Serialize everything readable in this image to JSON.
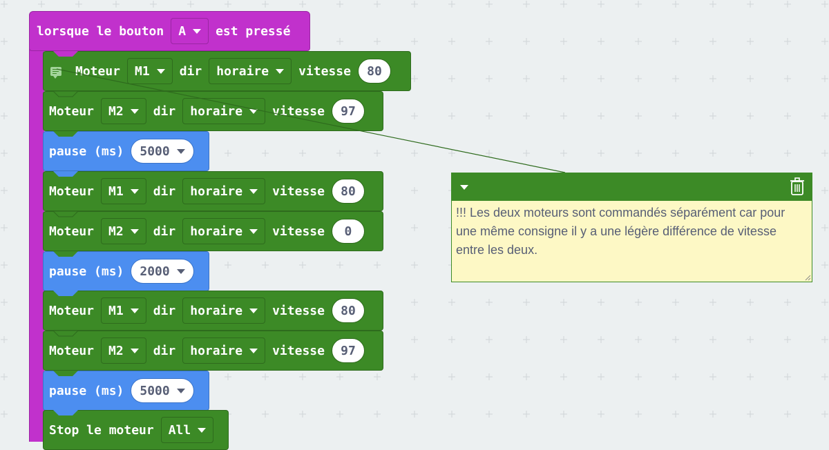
{
  "event_block": {
    "prefix": "lorsque le bouton",
    "button": "A",
    "suffix": "est pressé",
    "color": "#c131cc"
  },
  "blocks": [
    {
      "type": "motor",
      "label": "Moteur",
      "motor": "M1",
      "dir_label": "dir",
      "dir": "horaire",
      "speed_label": "vitesse",
      "speed": "80",
      "has_comment": true
    },
    {
      "type": "motor",
      "label": "Moteur",
      "motor": "M2",
      "dir_label": "dir",
      "dir": "horaire",
      "speed_label": "vitesse",
      "speed": "97"
    },
    {
      "type": "pause",
      "label": "pause (ms)",
      "value": "5000"
    },
    {
      "type": "motor",
      "label": "Moteur",
      "motor": "M1",
      "dir_label": "dir",
      "dir": "horaire",
      "speed_label": "vitesse",
      "speed": "80"
    },
    {
      "type": "motor",
      "label": "Moteur",
      "motor": "M2",
      "dir_label": "dir",
      "dir": "horaire",
      "speed_label": "vitesse",
      "speed": "0"
    },
    {
      "type": "pause",
      "label": "pause (ms)",
      "value": "2000"
    },
    {
      "type": "motor",
      "label": "Moteur",
      "motor": "M1",
      "dir_label": "dir",
      "dir": "horaire",
      "speed_label": "vitesse",
      "speed": "80"
    },
    {
      "type": "motor",
      "label": "Moteur",
      "motor": "M2",
      "dir_label": "dir",
      "dir": "horaire",
      "speed_label": "vitesse",
      "speed": "97"
    },
    {
      "type": "pause",
      "label": "pause (ms)",
      "value": "5000"
    },
    {
      "type": "stop",
      "label": "Stop le moteur",
      "motor": "All"
    }
  ],
  "comment": {
    "text": "!!! Les deux moteurs sont commandés séparément car pour une même consigne il y a une légère différence de vitesse entre les deux.",
    "header_color": "#3c8a26",
    "background": "#fdf8c5"
  },
  "colors": {
    "motor": "#3c8a26",
    "pause": "#4c8ef0",
    "event": "#c131cc",
    "workspace": "#ecf0f1"
  }
}
